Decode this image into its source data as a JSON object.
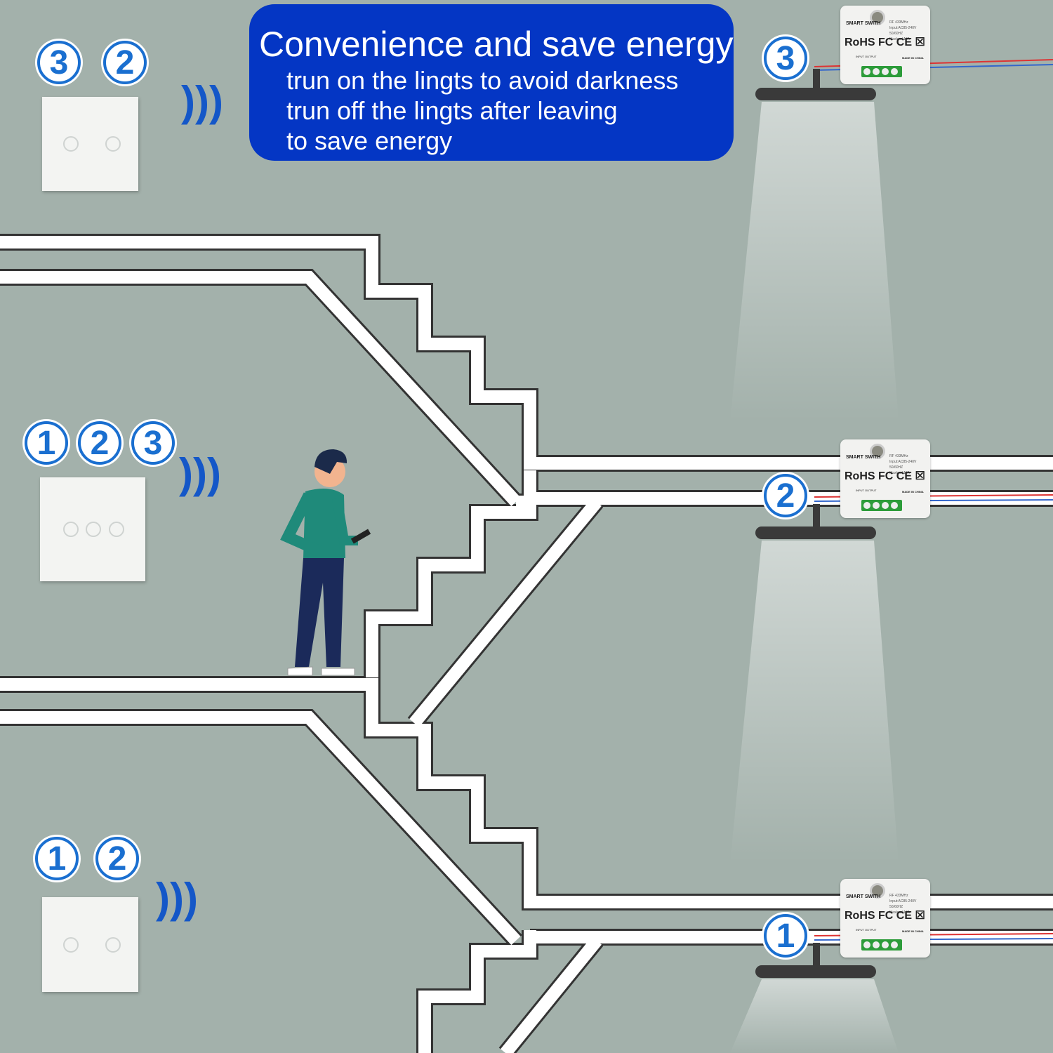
{
  "banner": {
    "title": "Convenience and save energy",
    "lines": [
      "trun on the lingts to  avoid darkness",
      "trun off the lingts after leaving",
      "to save energy"
    ]
  },
  "switches": [
    {
      "numbers": [
        "3",
        "2"
      ],
      "buttons": 2
    },
    {
      "numbers": [
        "1",
        "2",
        "3"
      ],
      "buttons": 3
    },
    {
      "numbers": [
        "1",
        "2"
      ],
      "buttons": 2
    }
  ],
  "modules": [
    {
      "label": "3"
    },
    {
      "label": "2"
    },
    {
      "label": "1"
    }
  ],
  "module_text": {
    "brand": "SMART SWITH",
    "rf": "RF 433MHz",
    "input": "Input:AC85-240V 50/60HZ",
    "maxload": "Maxload:10A",
    "certs": "RoHS FC CE ☒",
    "made": "MADE IN CHINA",
    "io": "INPUT  OUTPUT"
  },
  "colors": {
    "banner": "#0436c4",
    "accent": "#1a6fd0",
    "wall": "#a3b1ab"
  }
}
